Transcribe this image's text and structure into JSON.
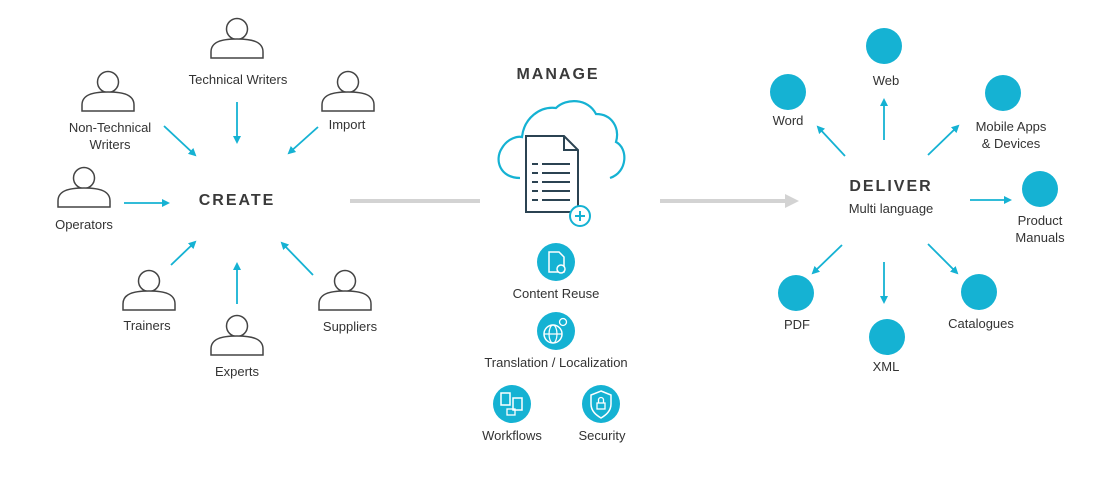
{
  "create": {
    "title": "CREATE",
    "sources": [
      {
        "id": "technical-writers",
        "label": "Technical Writers"
      },
      {
        "id": "import",
        "label": "Import"
      },
      {
        "id": "non-technical-writers",
        "label": "Non-Technical\nWriters"
      },
      {
        "id": "operators",
        "label": "Operators"
      },
      {
        "id": "trainers",
        "label": "Trainers"
      },
      {
        "id": "experts",
        "label": "Experts"
      },
      {
        "id": "suppliers",
        "label": "Suppliers"
      }
    ]
  },
  "manage": {
    "title": "MANAGE",
    "features": [
      {
        "id": "content-reuse",
        "label": "Content Reuse",
        "icon": "document-reuse-icon"
      },
      {
        "id": "translation",
        "label": "Translation / Localization",
        "icon": "globe-icon"
      },
      {
        "id": "workflows",
        "label": "Workflows",
        "icon": "workflow-icon"
      },
      {
        "id": "security",
        "label": "Security",
        "icon": "shield-lock-icon"
      }
    ]
  },
  "deliver": {
    "title": "DELIVER",
    "subtitle": "Multi language",
    "outputs": [
      {
        "id": "web",
        "label": "Web"
      },
      {
        "id": "word",
        "label": "Word"
      },
      {
        "id": "mobile",
        "label": "Mobile Apps\n& Devices"
      },
      {
        "id": "product-manuals",
        "label": "Product\nManuals"
      },
      {
        "id": "pdf",
        "label": "PDF"
      },
      {
        "id": "xml",
        "label": "XML"
      },
      {
        "id": "catalogues",
        "label": "Catalogues"
      }
    ]
  },
  "colors": {
    "accent": "#15b2d3",
    "icon_dark": "#2b4352",
    "connector": "#d3d3d3",
    "text": "#333333"
  }
}
